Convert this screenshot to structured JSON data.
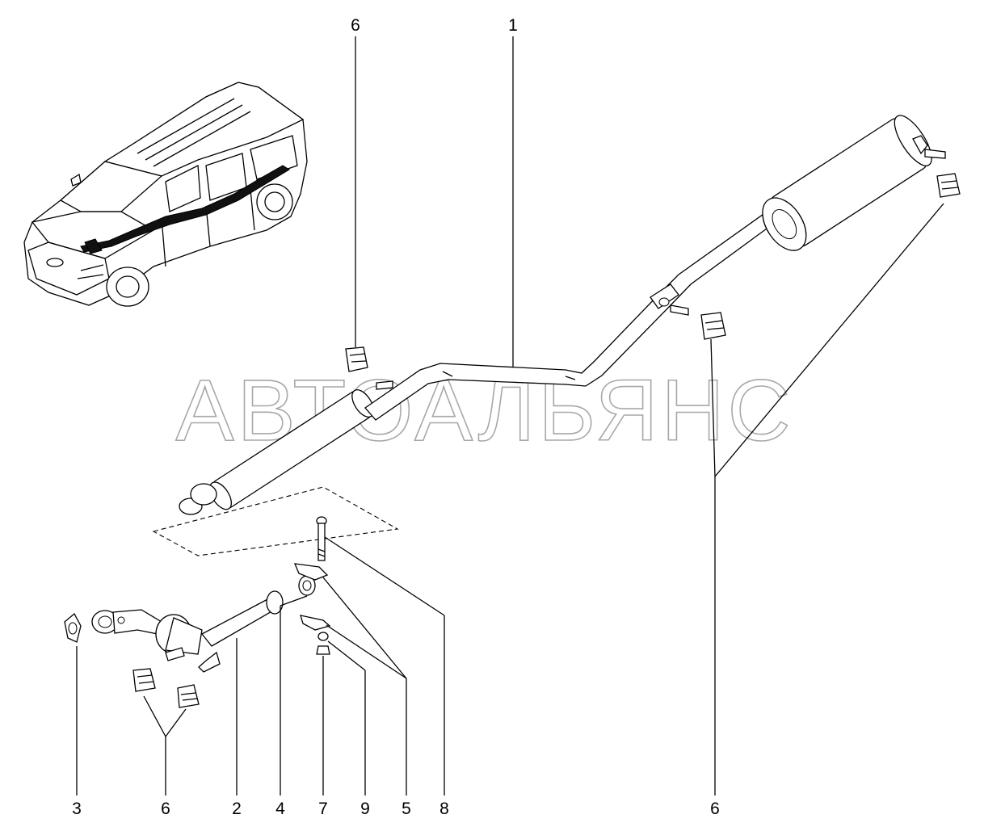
{
  "watermark": "АВТОАЛЬЯНС",
  "callouts": {
    "top_6": "6",
    "top_1": "1",
    "bottom_3": "3",
    "bottom_6a": "6",
    "bottom_2": "2",
    "bottom_4": "4",
    "bottom_7": "7",
    "bottom_9": "9",
    "bottom_5": "5",
    "bottom_8": "8",
    "bottom_6b": "6"
  }
}
